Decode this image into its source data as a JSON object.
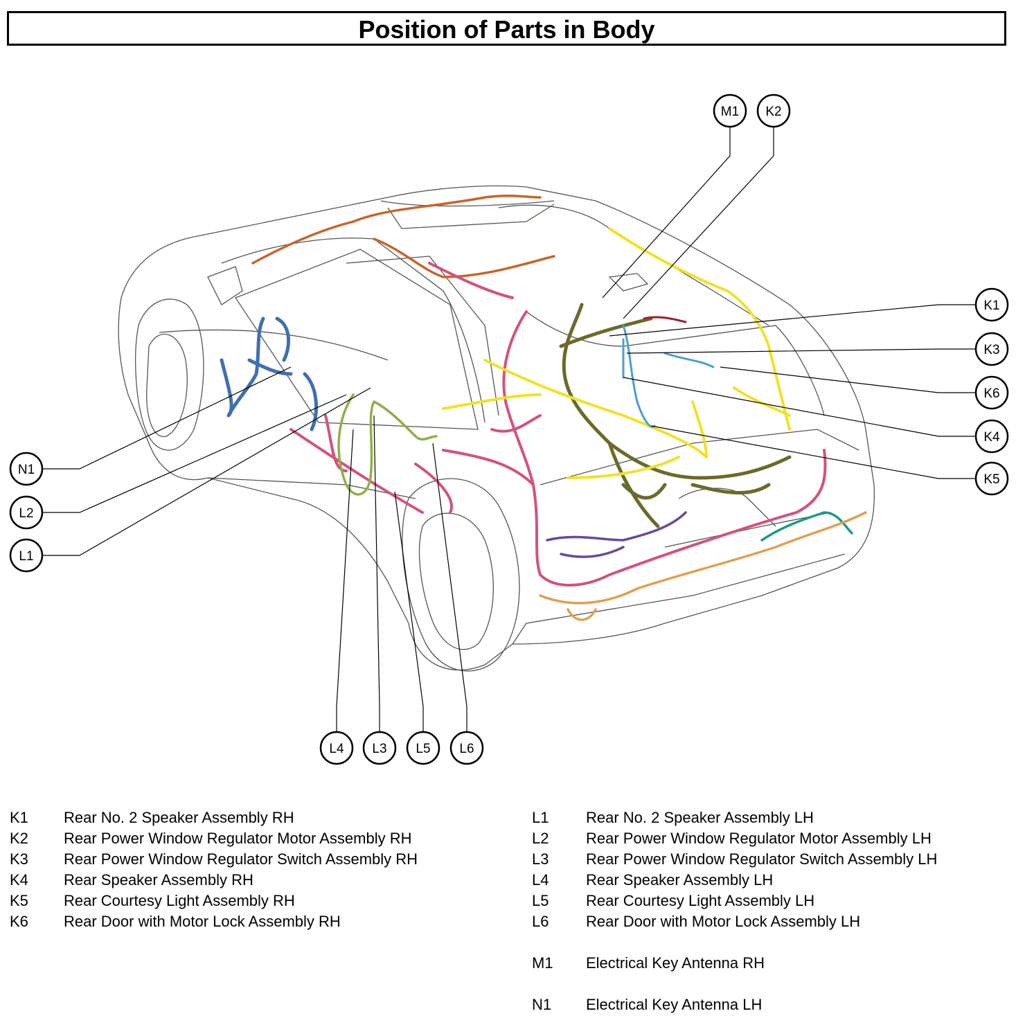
{
  "title": "Position of Parts in Body",
  "callouts": [
    {
      "code": "M1"
    },
    {
      "code": "K2"
    },
    {
      "code": "K1"
    },
    {
      "code": "K3"
    },
    {
      "code": "K6"
    },
    {
      "code": "K4"
    },
    {
      "code": "K5"
    },
    {
      "code": "N1"
    },
    {
      "code": "L2"
    },
    {
      "code": "L1"
    },
    {
      "code": "L4"
    },
    {
      "code": "L3"
    },
    {
      "code": "L5"
    },
    {
      "code": "L6"
    }
  ],
  "legend_left": [
    {
      "code": "K1",
      "desc": "Rear No. 2 Speaker Assembly RH"
    },
    {
      "code": "K2",
      "desc": "Rear Power Window Regulator Motor Assembly RH"
    },
    {
      "code": "K3",
      "desc": "Rear Power Window Regulator Switch Assembly RH"
    },
    {
      "code": "K4",
      "desc": "Rear Speaker Assembly RH"
    },
    {
      "code": "K5",
      "desc": "Rear Courtesy Light Assembly RH"
    },
    {
      "code": "K6",
      "desc": "Rear Door with Motor Lock Assembly RH"
    }
  ],
  "legend_right": [
    {
      "code": "L1",
      "desc": "Rear No. 2 Speaker Assembly LH"
    },
    {
      "code": "L2",
      "desc": "Rear Power Window Regulator Motor Assembly LH"
    },
    {
      "code": "L3",
      "desc": "Rear Power Window Regulator Switch Assembly LH"
    },
    {
      "code": "L4",
      "desc": "Rear Speaker Assembly LH"
    },
    {
      "code": "L5",
      "desc": "Rear Courtesy Light Assembly LH"
    },
    {
      "code": "L6",
      "desc": "Rear Door with Motor Lock Assembly LH"
    },
    {
      "code": "M1",
      "desc": "Electrical Key Antenna RH"
    },
    {
      "code": "N1",
      "desc": "Electrical Key Antenna LH"
    }
  ],
  "colors": {
    "harness_pink": "#d4527e",
    "harness_olive": "#6b6a2a",
    "harness_yellow": "#f0e228",
    "harness_blue": "#3f6fb0",
    "harness_lightblue": "#4a9fd0",
    "harness_green": "#8fb04a",
    "harness_orange": "#c8642a",
    "harness_teal": "#1a9a8a",
    "harness_purple": "#6a4a9a",
    "harness_tan": "#e0a050"
  }
}
